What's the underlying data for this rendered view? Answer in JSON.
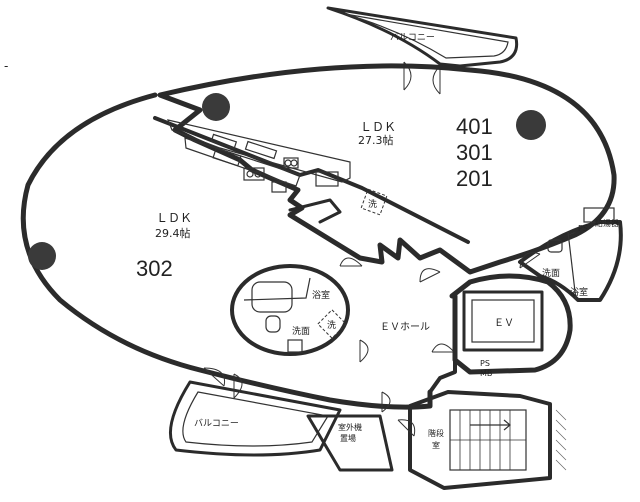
{
  "corner_text": "",
  "rooms": {
    "ldk_upper": {
      "name": "ＬＤＫ",
      "area": "27.3帖"
    },
    "ldk_lower": {
      "name": "ＬＤＫ",
      "area": "29.4帖"
    },
    "unit_numbers_upper": [
      "401",
      "301",
      "201"
    ],
    "unit_number_lower": "302",
    "balcony_top": "バルコニー",
    "balcony_bottom": "バルコニー",
    "bath_small": "浴室",
    "wash_small": "洗面",
    "washing_machine": "洗",
    "washing_machine_2": "洗",
    "ev_hall": "ＥＶホール",
    "ev": "ＥＶ",
    "ps_upper": "PS",
    "water_heater": "給湯器",
    "wash_right": "洗面",
    "bath_right": "浴室",
    "ps_lower_1": "PS",
    "ps_lower_2": "MB",
    "outdoor_unit_1": "室外機",
    "outdoor_unit_2": "置場",
    "stairs_1": "階段",
    "stairs_2": "室"
  },
  "colors": {
    "wall": "#2b2b2b",
    "column": "#3a3a3a",
    "background": "#ffffff"
  }
}
